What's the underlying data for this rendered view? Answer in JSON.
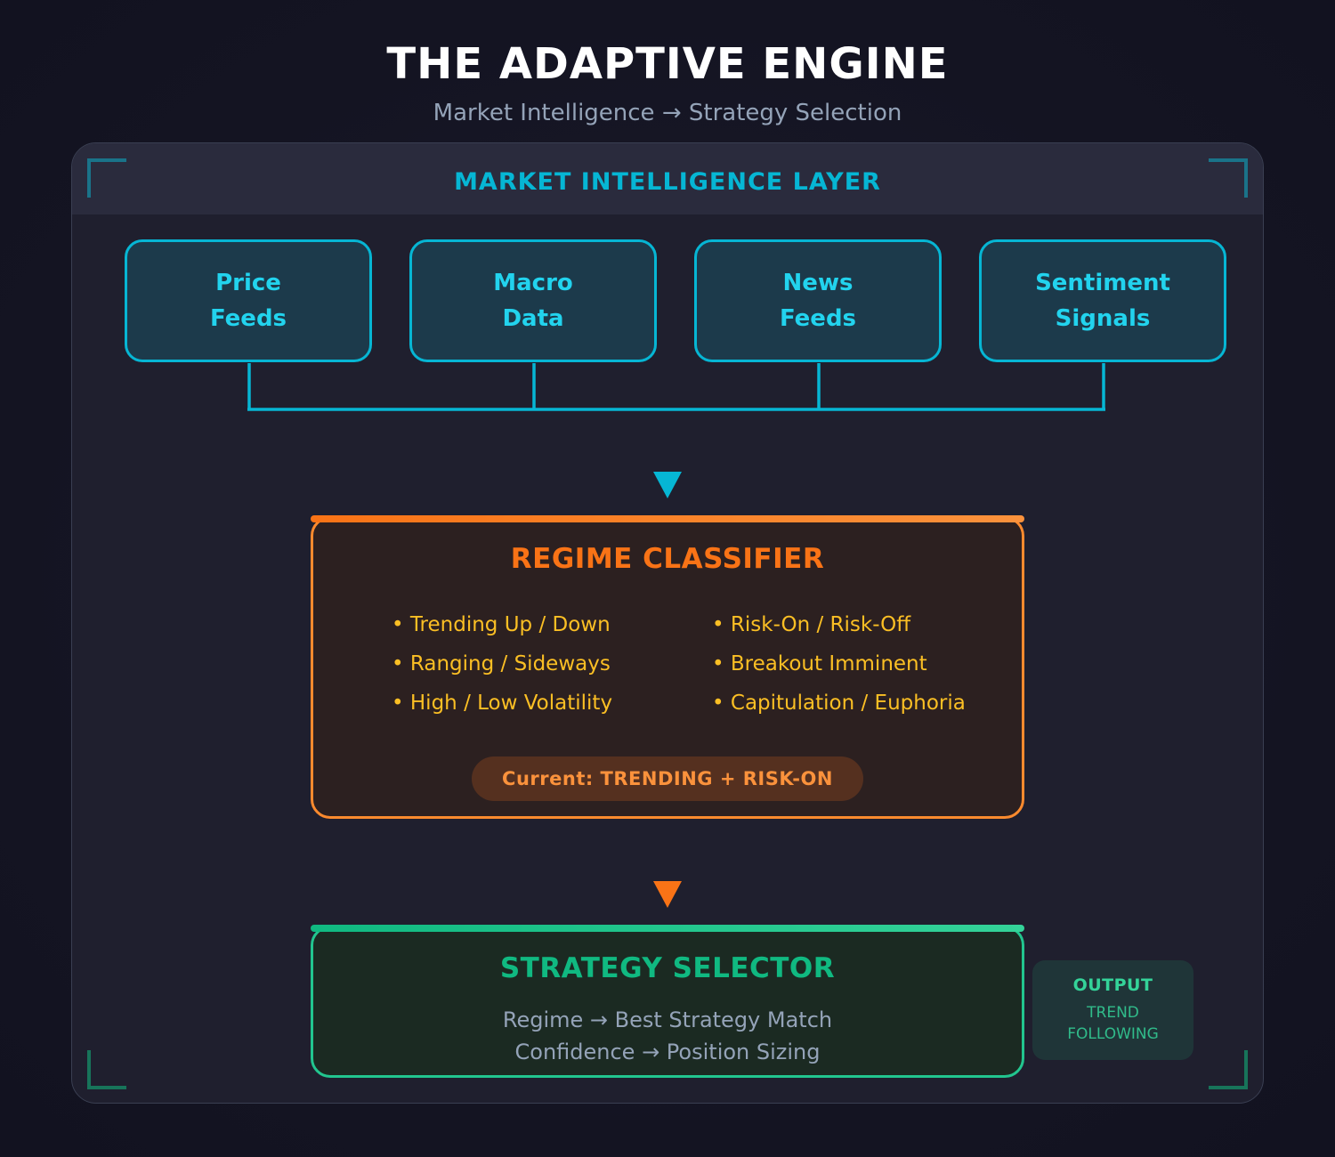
{
  "header": {
    "title": "THE ADAPTIVE ENGINE",
    "subtitle": "Market Intelligence → Strategy Selection"
  },
  "intelligence_layer": {
    "label": "MARKET INTELLIGENCE LAYER",
    "sources": [
      {
        "line1": "Price",
        "line2": "Feeds"
      },
      {
        "line1": "Macro",
        "line2": "Data"
      },
      {
        "line1": "News",
        "line2": "Feeds"
      },
      {
        "line1": "Sentiment",
        "line2": "Signals"
      }
    ]
  },
  "regime_classifier": {
    "title": "REGIME CLASSIFIER",
    "regimes_left": [
      "Trending Up / Down",
      "Ranging / Sideways",
      "High / Low Volatility"
    ],
    "regimes_right": [
      "Risk-On / Risk-Off",
      "Breakout Imminent",
      "Capitulation / Euphoria"
    ],
    "current": "Current: TRENDING + RISK-ON"
  },
  "strategy_selector": {
    "title": "STRATEGY SELECTOR",
    "lines": [
      "Regime → Best Strategy Match",
      "Confidence → Position Sizing"
    ]
  },
  "output": {
    "label": "OUTPUT",
    "value_line1": "TREND",
    "value_line2": "FOLLOWING"
  },
  "colors": {
    "intelligence": "#06b6d4",
    "classifier": "#f97316",
    "regime_text": "#fbbf24",
    "selector": "#10b981",
    "muted_text": "#94a3b8"
  }
}
